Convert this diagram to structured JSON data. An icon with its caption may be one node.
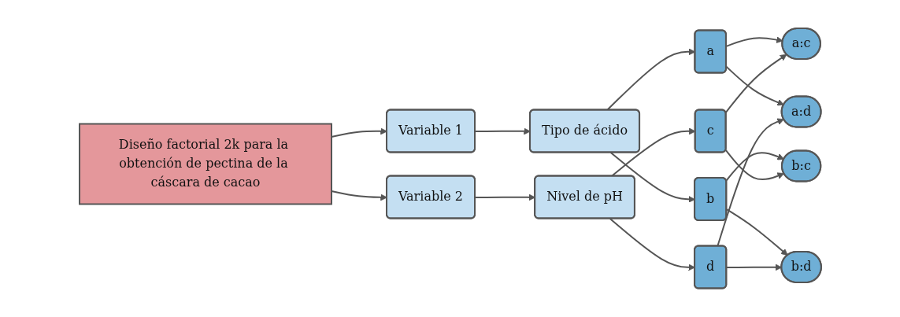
{
  "diagram": {
    "nodes": [
      {
        "text": [
          "Diseño factorial 2k para la obtención de pectina de la cáscara de cacao"
        ]
      },
      {
        "text": [
          "Variable 1"
        ]
      },
      {
        "text": [
          "Variable 2"
        ]
      },
      {
        "text": [
          "Tipo de ácido"
        ]
      },
      {
        "text": [
          "Nivel de pH"
        ]
      },
      {
        "text": [
          "a"
        ]
      },
      {
        "text": [
          "b"
        ]
      },
      {
        "text": [
          "c"
        ]
      },
      {
        "text": [
          "d"
        ]
      },
      {
        "text": [
          "a:c"
        ]
      },
      {
        "text": [
          "a:d"
        ]
      },
      {
        "text": [
          "b:c"
        ]
      },
      {
        "text": [
          "b:d"
        ]
      }
    ],
    "edges": [
      {
        "from": 0,
        "to": 1,
        "arrow": "to"
      },
      {
        "from": 0,
        "to": 2,
        "arrow": "to"
      },
      {
        "from": 1,
        "to": 3,
        "arrow": "to"
      },
      {
        "from": 2,
        "to": 4,
        "arrow": "to"
      },
      {
        "from": 3,
        "to": 5,
        "arrow": "to"
      },
      {
        "from": 3,
        "to": 6,
        "arrow": "to"
      },
      {
        "from": 4,
        "to": 7,
        "arrow": "to"
      },
      {
        "from": 4,
        "to": 8,
        "arrow": "to"
      },
      {
        "from": 5,
        "to": 9,
        "arrow": "to"
      },
      {
        "from": 5,
        "to": 10,
        "arrow": "to"
      },
      {
        "from": 6,
        "to": 11,
        "arrow": "to"
      },
      {
        "from": 6,
        "to": 12,
        "arrow": "to"
      },
      {
        "from": 7,
        "to": 9,
        "arrow": "to"
      },
      {
        "from": 7,
        "to": 11,
        "arrow": "to"
      },
      {
        "from": 8,
        "to": 10,
        "arrow": "to"
      },
      {
        "from": 8,
        "to": 12,
        "arrow": "to"
      }
    ]
  }
}
